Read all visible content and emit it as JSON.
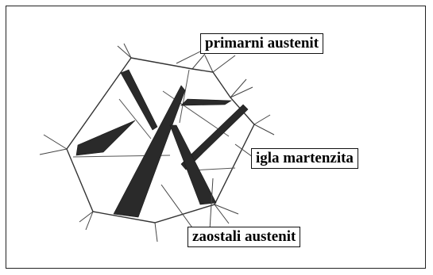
{
  "labels": {
    "primary_austenite": "primarni austenit",
    "martensite_needle": "igla martenzita",
    "retained_austenite": "zaostali austenit"
  },
  "colors": {
    "line": "#333333",
    "needle_fill": "#2a2a2a"
  }
}
